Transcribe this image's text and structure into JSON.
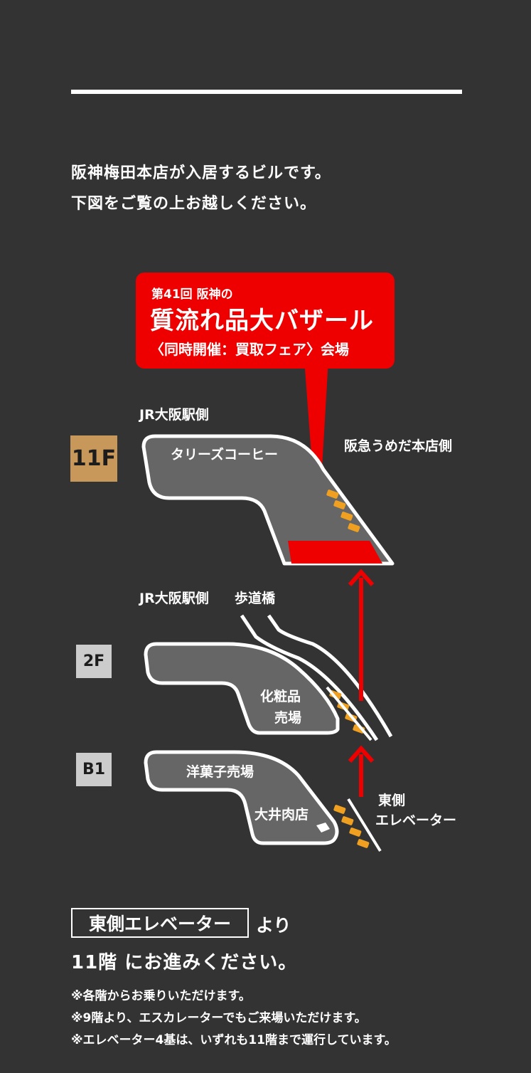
{
  "intro": {
    "line1": "阪神梅田本店が入居するビルです。",
    "line2": "下図をご覧の上お越しください。"
  },
  "callout": {
    "line1": "第41回 阪神の",
    "line2": "質流れ品大バザール",
    "line3": "〈同時開催：買取フェア〉会場",
    "color": "#ee0000"
  },
  "floors": {
    "f11": {
      "badge": "11F",
      "badge_color": "#c8975a",
      "label_jr": "JR大阪駅側",
      "label_hankyu": "阪急うめだ本店側",
      "label_shop": "タリーズコーヒー"
    },
    "f2": {
      "badge": "2F",
      "badge_color": "#cccccc",
      "label_jr": "JR大阪駅側",
      "label_bridge": "歩道橋",
      "label_shop_1": "化粧品",
      "label_shop_2": "売場"
    },
    "b1": {
      "badge": "B1",
      "badge_color": "#cccccc",
      "label_shop_1": "洋菓子売場",
      "label_shop_2": "大井肉店",
      "label_elev_1": "東側",
      "label_elev_2": "エレベーター"
    }
  },
  "colors": {
    "background": "#333333",
    "floor_fill": "#666666",
    "floor_outline": "#ffffff",
    "elevator_marker": "#f0a020",
    "arrow": "#ee0000"
  },
  "footer": {
    "elevator_label": "東側エレベーター",
    "yori": "より",
    "proceed": "11階 にお進みください。",
    "notes": [
      "※各階からお乗りいただけます。",
      "※9階より、エスカレーターでもご来場いただけます。",
      "※エレベーター4基は、いずれも11階まで運行しています。"
    ]
  }
}
